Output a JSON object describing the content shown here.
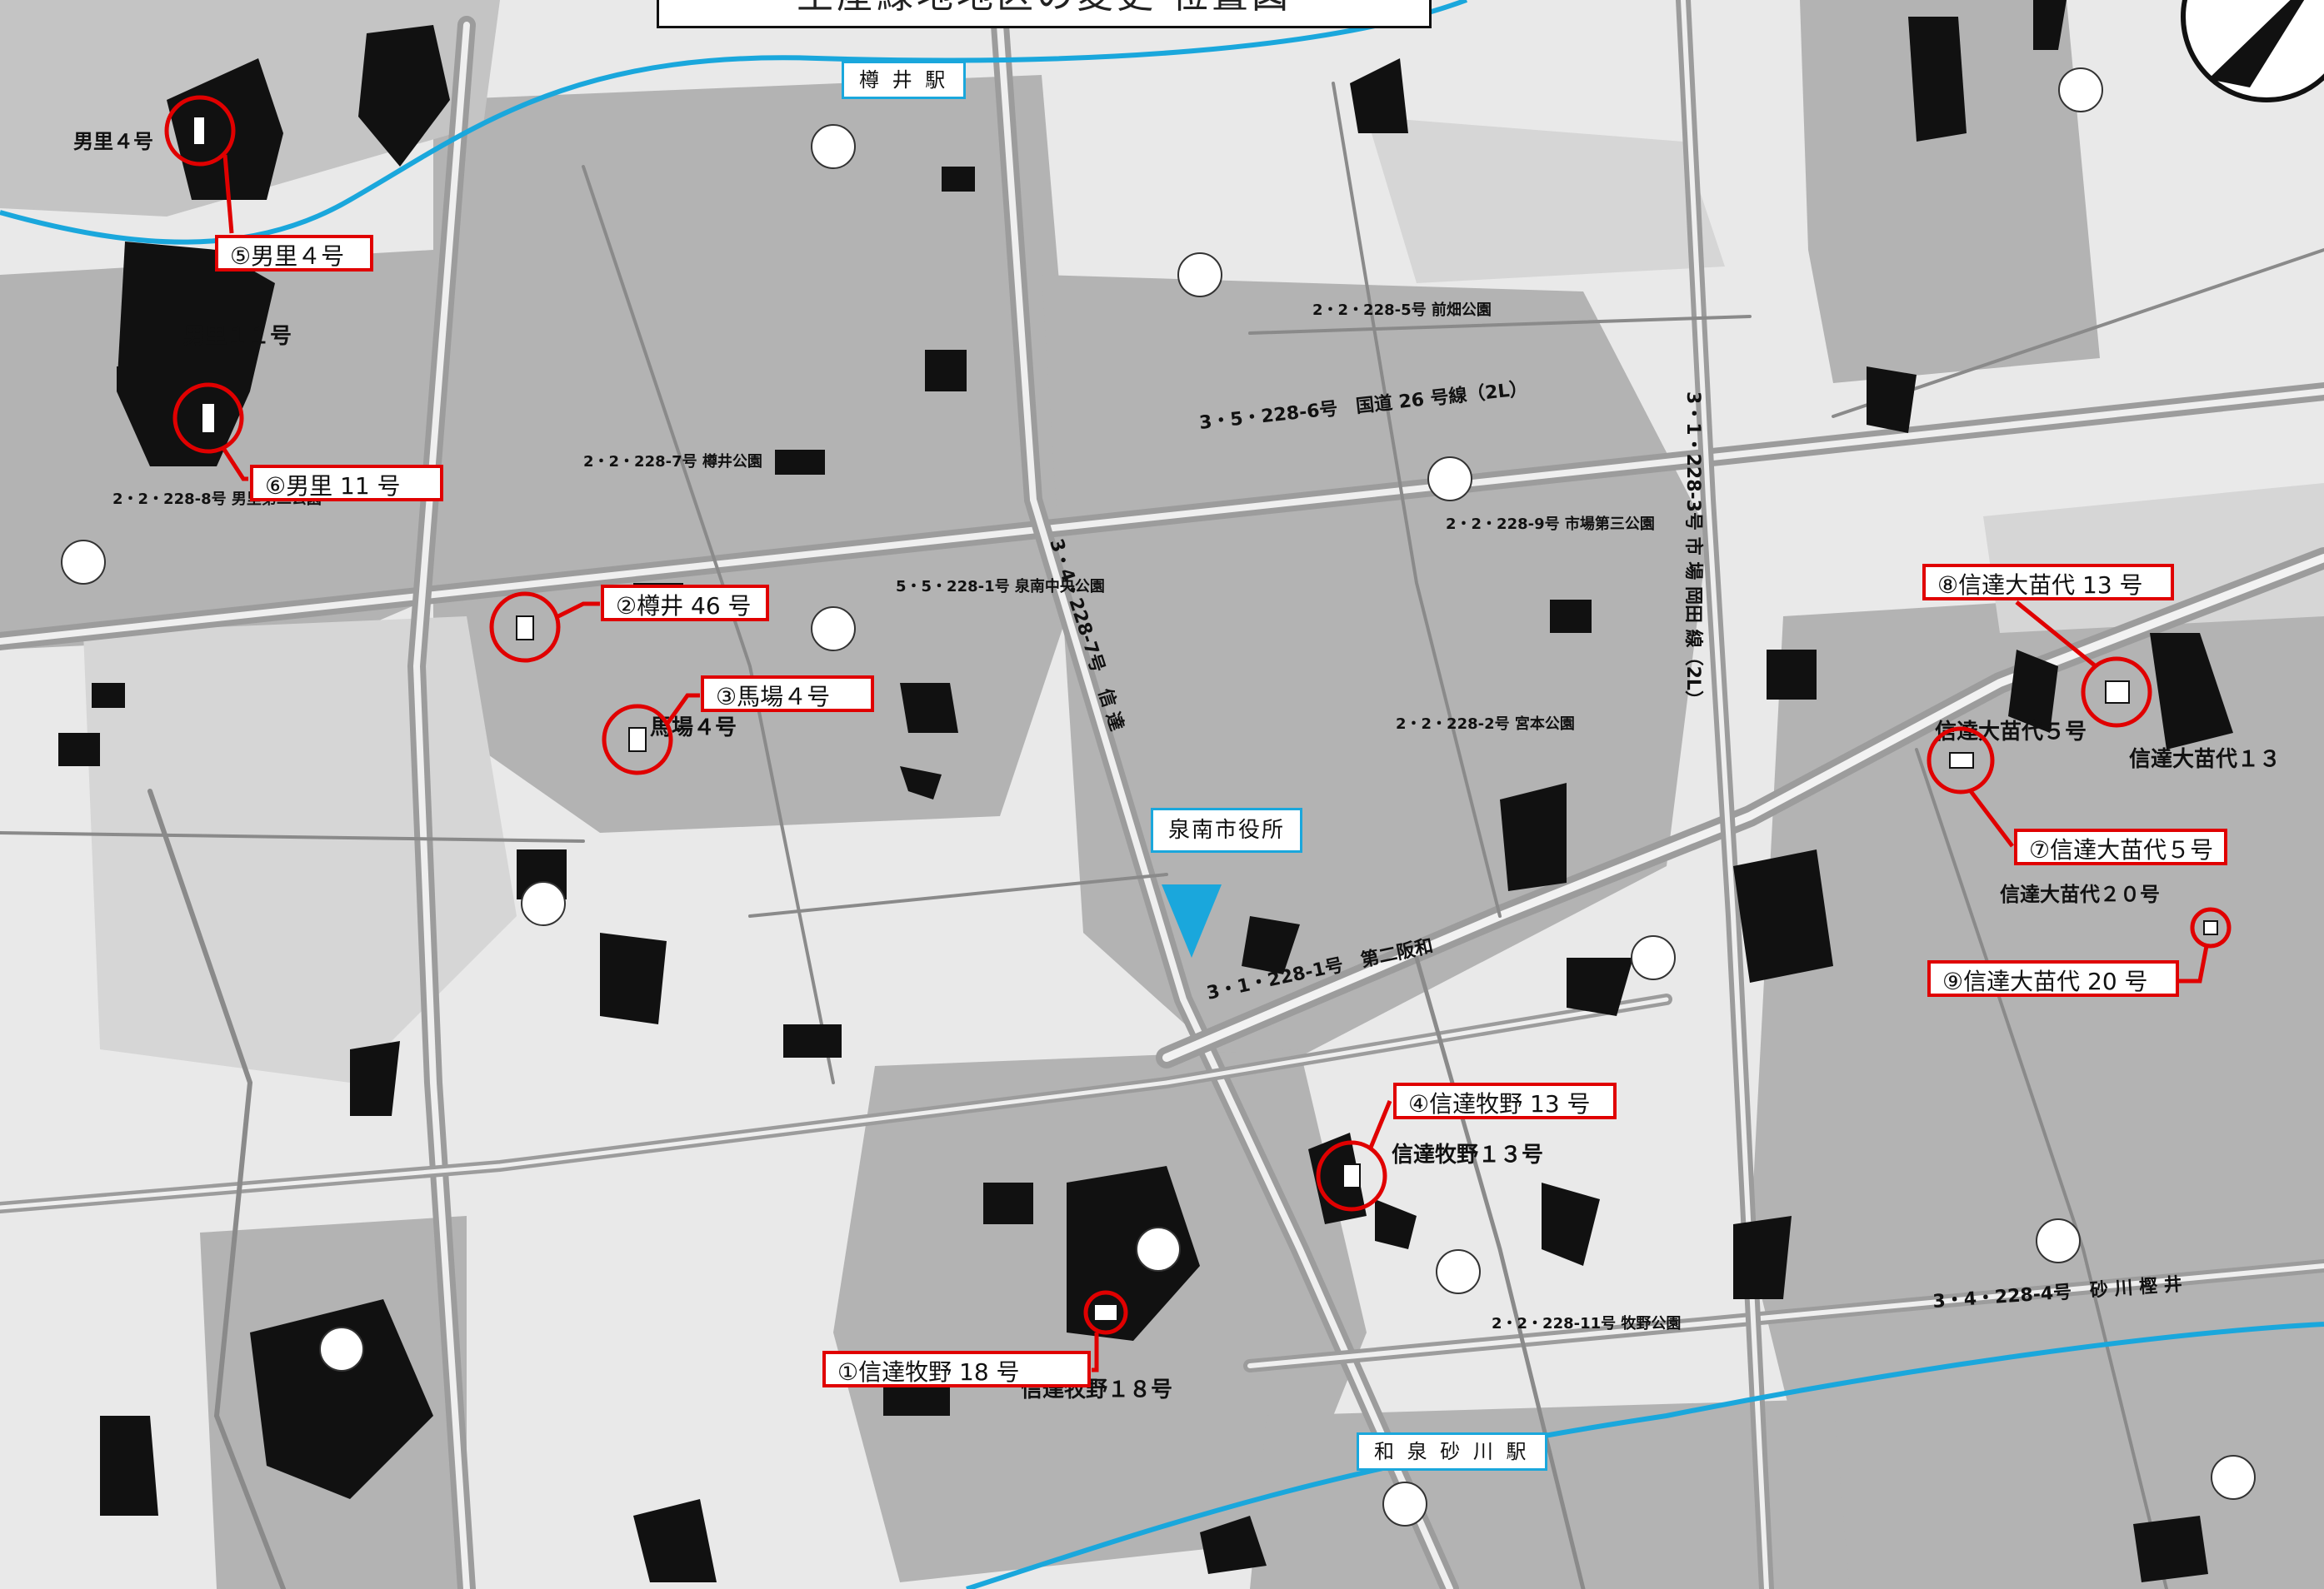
{
  "title": "生産緑地地区の変更 位置図",
  "stations": {
    "tarui": "樽 井 駅",
    "izumisunagawa": "和 泉 砂 川 駅"
  },
  "city_hall": "泉南市役所",
  "callouts": [
    {
      "id": 1,
      "label": "①信達牧野 18 号"
    },
    {
      "id": 2,
      "label": "②樽井 46 号"
    },
    {
      "id": 3,
      "label": "③馬場４号"
    },
    {
      "id": 4,
      "label": "④信達牧野 13 号"
    },
    {
      "id": 5,
      "label": "⑤男里４号"
    },
    {
      "id": 6,
      "label": "⑥男里 11 号"
    },
    {
      "id": 7,
      "label": "⑦信達大苗代５号"
    },
    {
      "id": 8,
      "label": "⑧信達大苗代 13 号"
    },
    {
      "id": 9,
      "label": "⑨信達大苗代 20 号"
    }
  ],
  "map_labels": {
    "onosato4": "男里４号",
    "onosato11": "男里１１号",
    "baba4": "馬場４号",
    "shindachi_makino13": "信達牧野１３号",
    "shindachi_makino18": "信達牧野１８号",
    "shindachi_onoshiro5": "信達大苗代５号",
    "shindachi_onoshiro13": "信達大苗代１３",
    "shindachi_onoshiro20": "信達大苗代２０号",
    "route26": "3・5・228-6号　国道 26 号線（2L）",
    "route_south": "3・1・228-1号　第二阪和",
    "route_se": "3・4・228-4号　砂 川 樫 井",
    "route_vertical": "3・4・228-7号　信 達",
    "route_east": "3・1・228-3号 市 場 岡田 線（2L）",
    "park_center": "5・5・228-1号 泉南中央公園",
    "park_tarui": "2・2・228-7号 樽井公園",
    "park_onosato": "2・2・228-8号 男里第二公園",
    "park_maeda": "2・2・228-5号 前畑公園",
    "park_ichiba": "2・2・228-9号 市場第三公園",
    "park_miyamoto": "2・2・228-2号 宮本公園",
    "park_makino": "2・2・228-11号 牧野公園"
  },
  "colors": {
    "callout_red": "#e00000",
    "railway_blue": "#1aa7dc",
    "green_area": "#111111"
  }
}
